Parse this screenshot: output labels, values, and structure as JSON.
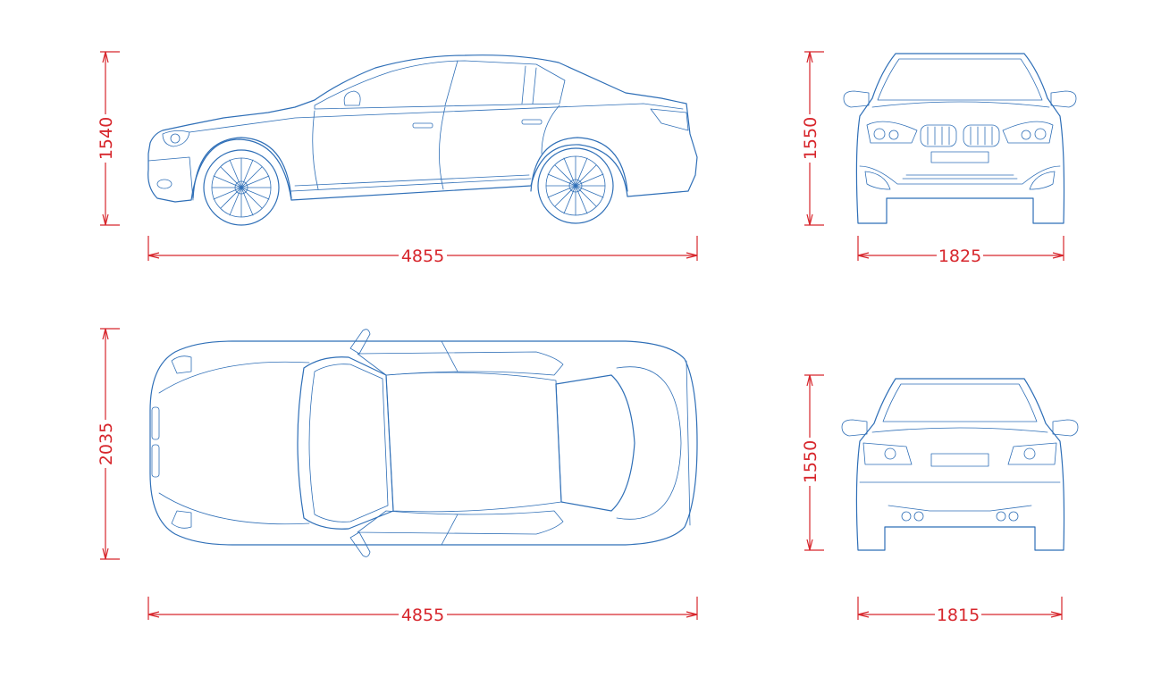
{
  "colors": {
    "outline": "#2f6fb7",
    "dimension": "#d7262c",
    "background": "#ffffff"
  },
  "views": {
    "side": {
      "height_label": "1540",
      "length_label": "4855"
    },
    "front": {
      "height_label": "1550",
      "width_label": "1825"
    },
    "top": {
      "width_label": "2035",
      "length_label": "4855"
    },
    "rear": {
      "height_label": "1550",
      "width_label": "1815"
    }
  }
}
